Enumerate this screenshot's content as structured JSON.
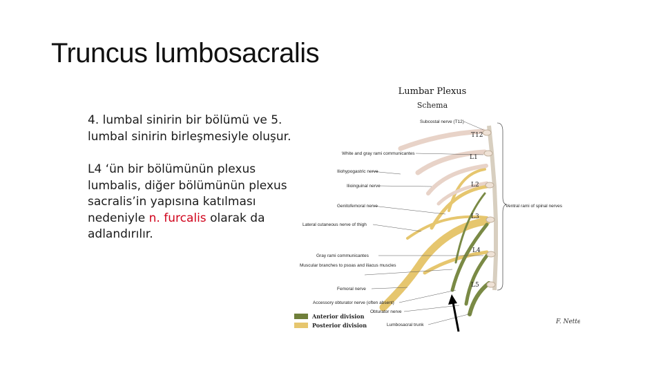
{
  "slide": {
    "title": "Truncus lumbosacralis",
    "paragraph1": "4. lumbal sinirin bir bölümü ve 5. lumbal sinirin birleşmesiyle oluşur.",
    "paragraph2_before": "L4 ‘ün bir bölümünün plexus lumbalis, diğer bölümünün plexus sacralis’in yapısına katılması nedeniyle ",
    "paragraph2_highlight": "n. furcalis",
    "paragraph2_after": " olarak da adlandırılır."
  },
  "figure": {
    "title": "Lumbar Plexus",
    "subtitle": "Schema",
    "roots": [
      "T12",
      "L1",
      "L2",
      "L3",
      "L4",
      "L5"
    ],
    "labels": {
      "subcostal": "Subcostal nerve (T12)",
      "rami": "White and gray rami communicantes",
      "iliohypogastric": "Iliohypogastric nerve",
      "ilioinguinal": "Ilioinguinal nerve",
      "genitofemoral": "Genitofemoral nerve",
      "lateral_cutaneous": "Lateral cutaneous nerve of thigh",
      "gray_rami": "Gray rami communicantes",
      "muscular": "Muscular branches to psoas and iliacus muscles",
      "femoral": "Femoral nerve",
      "accessory_obturator": "Accessory obturator nerve (often absent)",
      "obturator": "Obturator nerve",
      "lumbosacral_trunk": "Lumbosacral trunk",
      "ventral_rami": "Ventral rami of spinal nerves"
    },
    "legend": {
      "anterior": "Anterior division",
      "posterior": "Posterior division",
      "anterior_color": "#6f7f3a",
      "posterior_color": "#e6c66e"
    },
    "signature": "F. Netter"
  }
}
